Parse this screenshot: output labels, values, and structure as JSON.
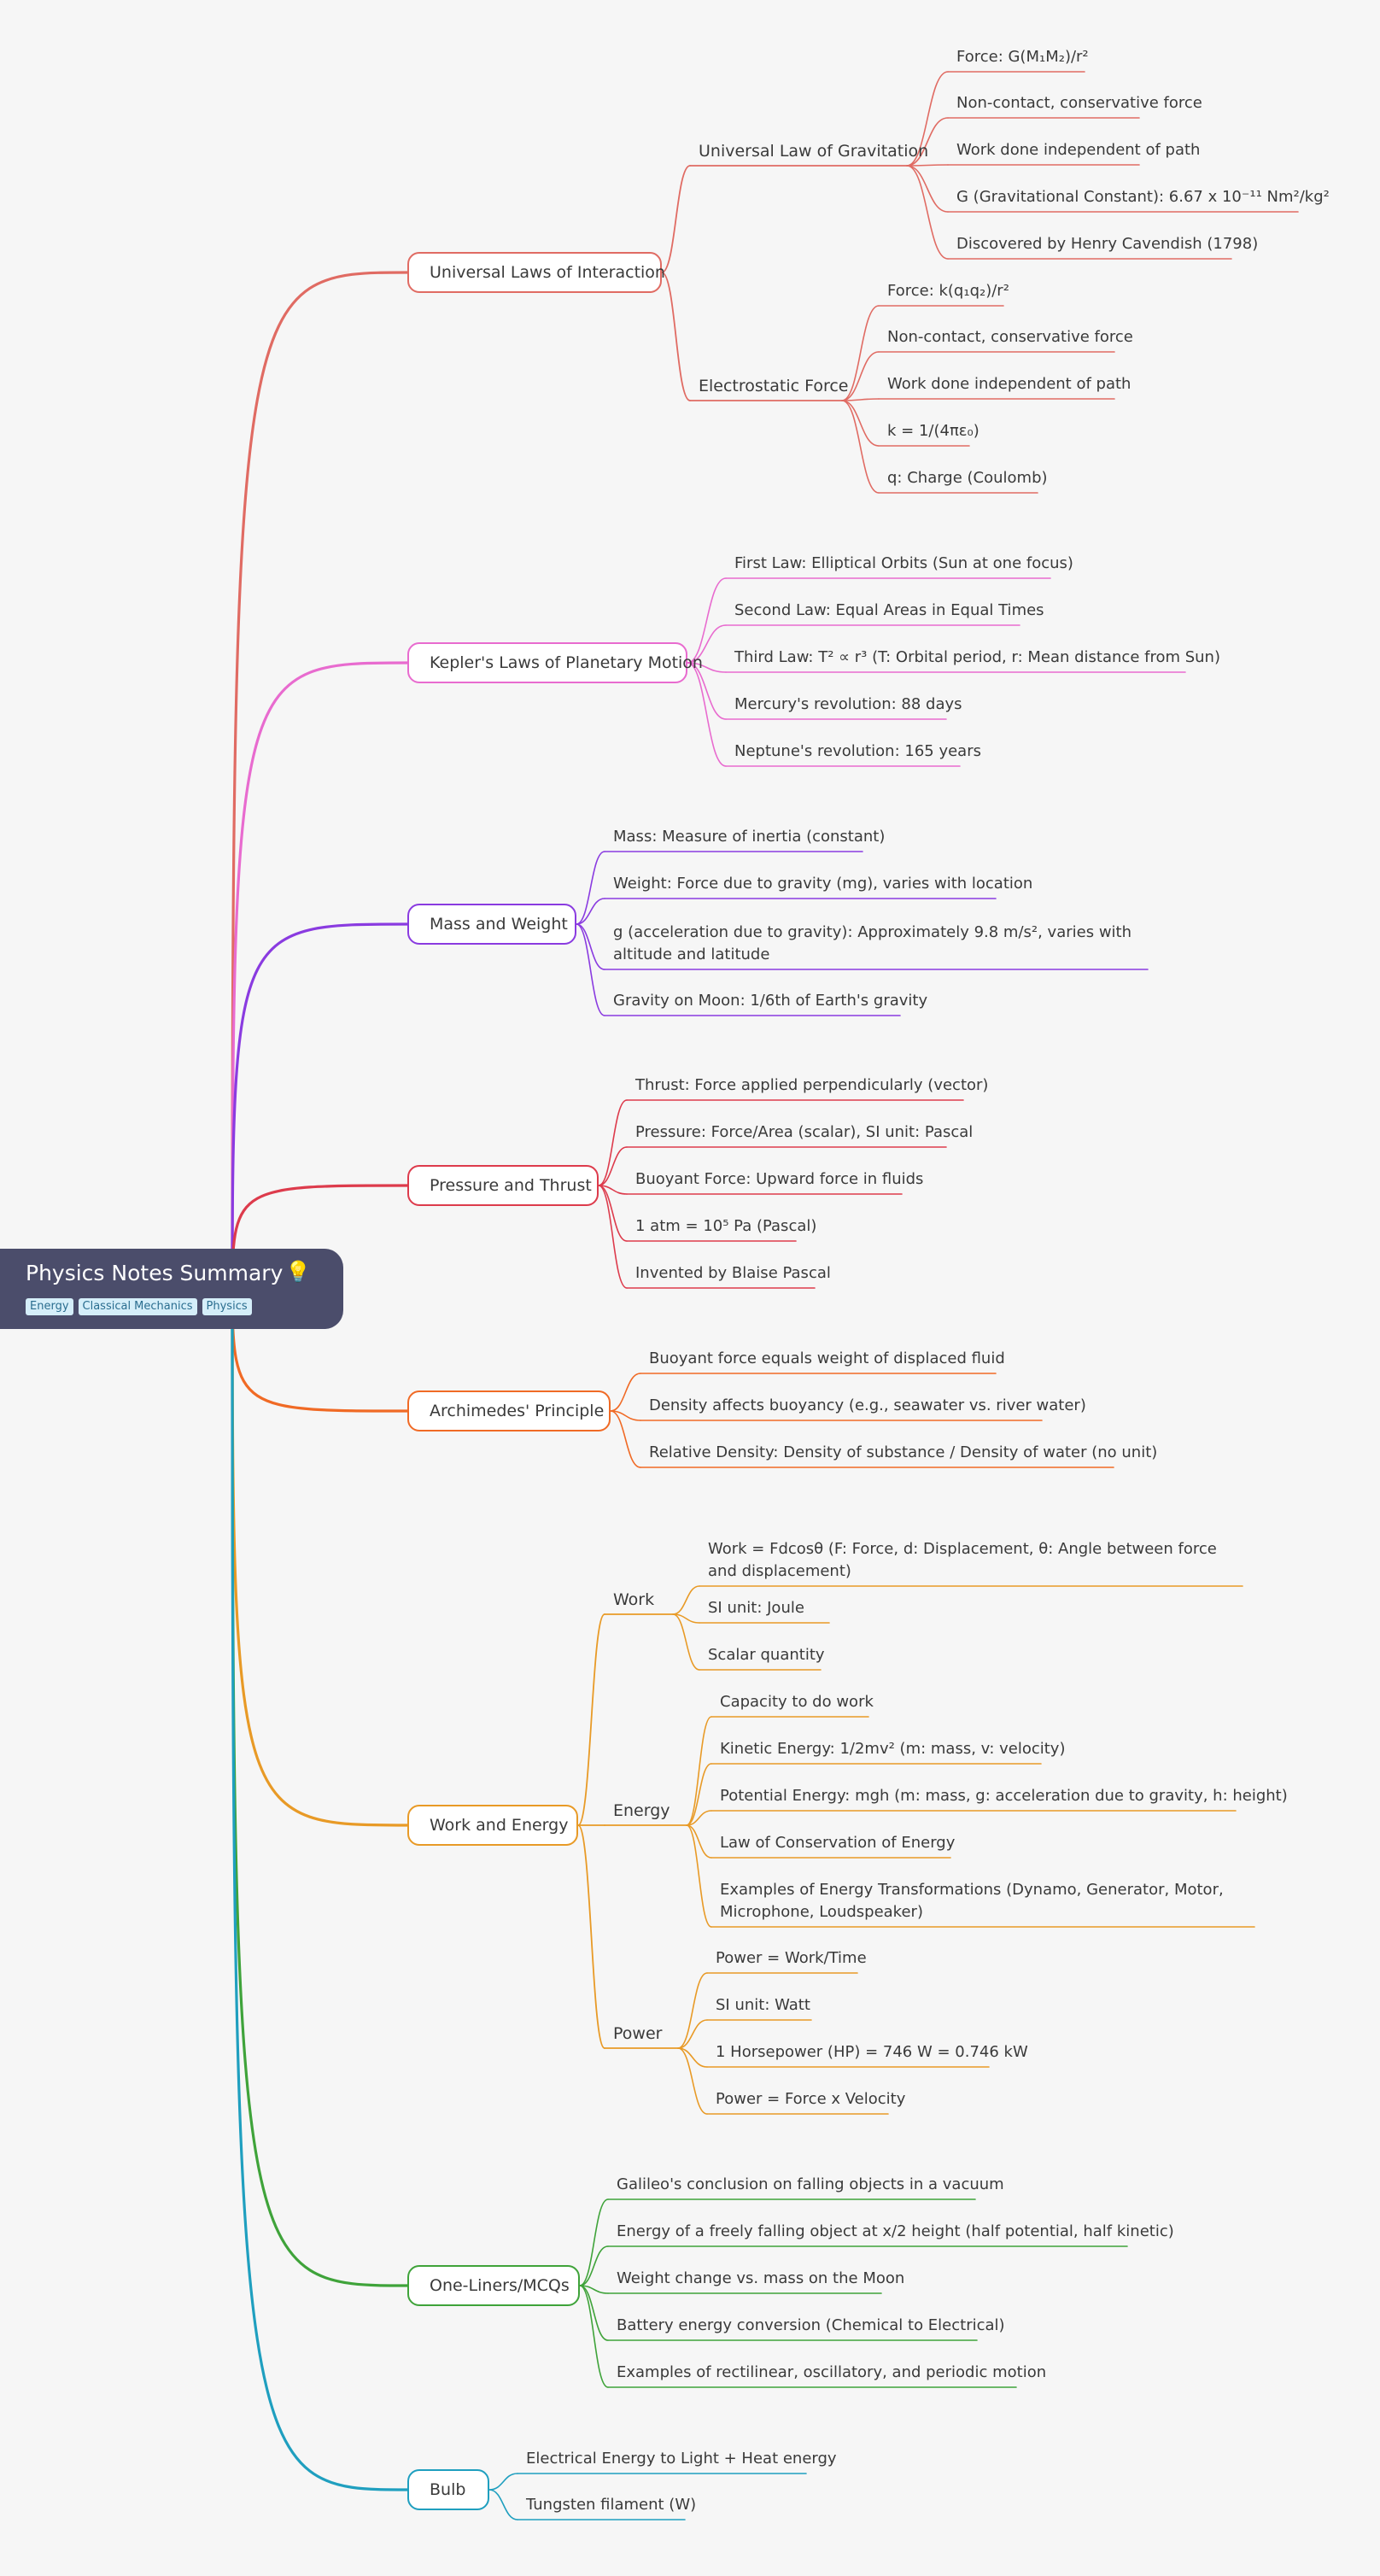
{
  "root": {
    "title": "Physics Notes Summary",
    "icon": "lightbulb-icon",
    "tags": [
      "Energy",
      "Classical Mechanics",
      "Physics"
    ]
  },
  "branches": [
    {
      "label": "Universal Laws of Interaction",
      "color": "#e06b63",
      "subs": [
        {
          "label": "Universal Law of Gravitation",
          "leaves": [
            "Force: G(M₁M₂)/r²",
            "Non-contact, conservative force",
            "Work done independent of path",
            "G (Gravitational Constant): 6.67 x 10⁻¹¹ Nm²/kg²",
            "Discovered by Henry Cavendish (1798)"
          ]
        },
        {
          "label": "Electrostatic Force",
          "leaves": [
            "Force: k(q₁q₂)/r²",
            "Non-contact, conservative force",
            "Work done independent of path",
            "k = 1/(4πε₀)",
            "q: Charge (Coulomb)"
          ]
        }
      ]
    },
    {
      "label": "Kepler's Laws of Planetary Motion",
      "color": "#e86bcf",
      "leaves": [
        "First Law: Elliptical Orbits (Sun at one focus)",
        "Second Law: Equal Areas in Equal Times",
        "Third Law: T² ∝ r³ (T: Orbital period, r: Mean distance from Sun)",
        "Mercury's revolution: 88 days",
        "Neptune's revolution: 165 years"
      ]
    },
    {
      "label": "Mass and Weight",
      "color": "#8a3be0",
      "leaves": [
        "Mass: Measure of inertia (constant)",
        "Weight: Force due to gravity (mg), varies with location",
        "g (acceleration due to gravity): Approximately 9.8 m/s², varies with altitude and latitude",
        "Gravity on Moon: 1/6th of Earth's gravity"
      ]
    },
    {
      "label": "Pressure and Thrust",
      "color": "#dd3b4c",
      "leaves": [
        "Thrust: Force applied perpendicularly (vector)",
        "Pressure: Force/Area (scalar), SI unit: Pascal",
        "Buoyant Force: Upward force in fluids",
        "1 atm = 10⁵ Pa (Pascal)",
        "Invented by Blaise Pascal"
      ]
    },
    {
      "label": "Archimedes' Principle",
      "color": "#f06a25",
      "leaves": [
        "Buoyant force equals weight of displaced fluid",
        "Density affects buoyancy (e.g., seawater vs. river water)",
        "Relative Density: Density of substance / Density of water (no unit)"
      ]
    },
    {
      "label": "Work and Energy",
      "color": "#e89a26",
      "subs": [
        {
          "label": "Work",
          "leaves": [
            "Work = Fdcosθ (F: Force, d: Displacement, θ: Angle between force and displacement)",
            "SI unit: Joule",
            "Scalar quantity"
          ]
        },
        {
          "label": "Energy",
          "leaves": [
            "Capacity to do work",
            "Kinetic Energy: 1/2mv² (m: mass, v: velocity)",
            "Potential Energy: mgh (m: mass, g: acceleration due to gravity, h: height)",
            "Law of Conservation of Energy",
            "Examples of Energy Transformations (Dynamo, Generator, Motor, Microphone, Loudspeaker)"
          ]
        },
        {
          "label": "Power",
          "leaves": [
            "Power = Work/Time",
            "SI unit: Watt",
            "1 Horsepower (HP) = 746 W = 0.746 kW",
            "Power = Force x Velocity"
          ]
        }
      ]
    },
    {
      "label": "One-Liners/MCQs",
      "color": "#3fa33a",
      "leaves": [
        "Galileo's conclusion on falling objects in a vacuum",
        "Energy of a freely falling object at x/2 height (half potential, half kinetic)",
        "Weight change vs. mass on the Moon",
        "Battery energy conversion (Chemical to Electrical)",
        "Examples of rectilinear, oscillatory, and periodic motion"
      ]
    },
    {
      "label": "Bulb",
      "color": "#1f9fbf",
      "leaves": [
        "Electrical Energy to Light + Heat energy",
        "Tungsten filament (W)"
      ]
    }
  ]
}
